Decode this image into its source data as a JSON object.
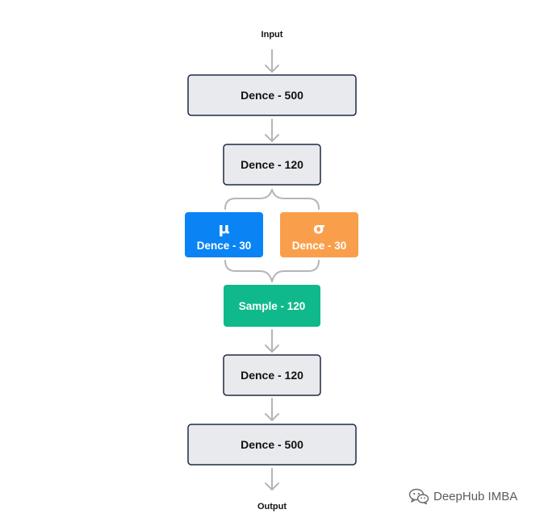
{
  "diagram": {
    "input_label": "Input",
    "output_label": "Output",
    "nodes": {
      "dense_500_top": "Dence - 500",
      "dense_120_top": "Dence - 120",
      "mu_symbol": "μ",
      "mu_label": "Dence - 30",
      "sigma_symbol": "σ",
      "sigma_label": "Dence - 30",
      "sample": "Sample - 120",
      "dense_120_bottom": "Dence - 120",
      "dense_500_bottom": "Dence - 500"
    },
    "colors": {
      "gray_box_fill": "#e8eaed",
      "gray_box_border": "#1f2a44",
      "mu_box": "#0a84f4",
      "sigma_box": "#f99f4c",
      "sample_box": "#10b98b",
      "arrow": "#b5b5b5"
    }
  },
  "watermark": {
    "icon": "wechat-icon",
    "text": "DeepHub IMBA"
  }
}
